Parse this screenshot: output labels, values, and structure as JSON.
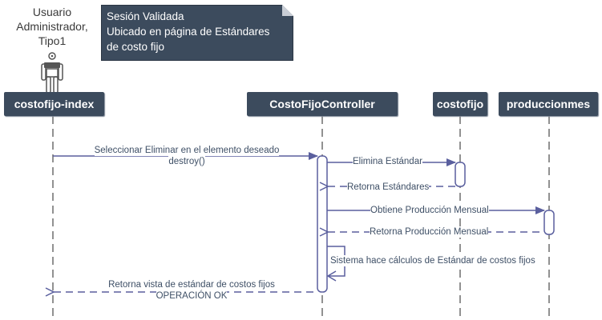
{
  "actor": {
    "caption_lines": [
      "Usuario",
      "Administrador,",
      "Tipo1"
    ]
  },
  "note": {
    "lines": [
      "Sesión Validada",
      "Ubicado en página de Estándares",
      "de costo fijo"
    ]
  },
  "lifelines": {
    "index": "costofijo-index",
    "controller": "CostoFijoController",
    "costofijo": "costofijo",
    "produccion": "produccionmes"
  },
  "messages": {
    "m1_line1": "Seleccionar Eliminar en el elemento deseado",
    "m1_line2": "destroy()",
    "m2": "Elimina Estándar",
    "m3": "Retorna Estándares",
    "m4": "Obtiene Producción Mensual",
    "m5": "Retorna Producción Mensual",
    "m6": "Sistema hace cálculos de Estándar de costos fijos",
    "m7_line1": "Retorna vista de estándar de costos fijos",
    "m7_line2": "OPERACIÓN OK"
  },
  "colors": {
    "header": "#3c4b5d",
    "arrow": "#5a5f9e",
    "lifeline": "#6d6d6d"
  }
}
